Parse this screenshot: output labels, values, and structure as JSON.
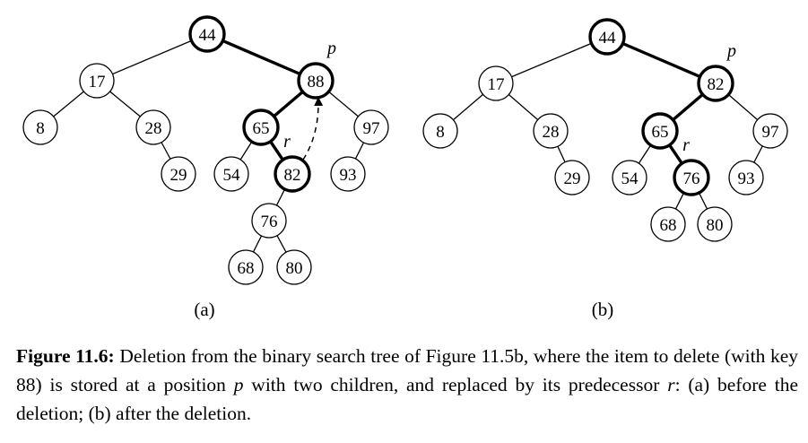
{
  "trees": [
    {
      "id": "a",
      "label": "(a)",
      "nodes": [
        {
          "id": "n44",
          "key": "44",
          "bold": true
        },
        {
          "id": "n17",
          "key": "17",
          "bold": false
        },
        {
          "id": "n88",
          "key": "88",
          "bold": true
        },
        {
          "id": "n8",
          "key": "8",
          "bold": false
        },
        {
          "id": "n28",
          "key": "28",
          "bold": false
        },
        {
          "id": "n29",
          "key": "29",
          "bold": false
        },
        {
          "id": "n65",
          "key": "65",
          "bold": true
        },
        {
          "id": "n97",
          "key": "97",
          "bold": false
        },
        {
          "id": "n54",
          "key": "54",
          "bold": false
        },
        {
          "id": "n82",
          "key": "82",
          "bold": true
        },
        {
          "id": "n93",
          "key": "93",
          "bold": false
        },
        {
          "id": "n76",
          "key": "76",
          "bold": false
        },
        {
          "id": "n68",
          "key": "68",
          "bold": false
        },
        {
          "id": "n80",
          "key": "80",
          "bold": false
        }
      ],
      "edges": [
        {
          "from": "n44",
          "to": "n17",
          "bold": false
        },
        {
          "from": "n44",
          "to": "n88",
          "bold": true
        },
        {
          "from": "n17",
          "to": "n8",
          "bold": false
        },
        {
          "from": "n17",
          "to": "n28",
          "bold": false
        },
        {
          "from": "n28",
          "to": "n29",
          "bold": false
        },
        {
          "from": "n88",
          "to": "n65",
          "bold": true
        },
        {
          "from": "n88",
          "to": "n97",
          "bold": false
        },
        {
          "from": "n65",
          "to": "n54",
          "bold": false
        },
        {
          "from": "n65",
          "to": "n82",
          "bold": true
        },
        {
          "from": "n97",
          "to": "n93",
          "bold": false
        },
        {
          "from": "n82",
          "to": "n76",
          "bold": false
        },
        {
          "from": "n76",
          "to": "n68",
          "bold": false
        },
        {
          "from": "n76",
          "to": "n80",
          "bold": false
        }
      ],
      "tags": [
        {
          "text": "p",
          "node": "n88"
        },
        {
          "text": "r",
          "node": "n82"
        }
      ],
      "arrow": {
        "from": "n82",
        "to": "n88",
        "style": "dashed"
      }
    },
    {
      "id": "b",
      "label": "(b)",
      "nodes": [
        {
          "id": "m44",
          "key": "44",
          "bold": true
        },
        {
          "id": "m17",
          "key": "17",
          "bold": false
        },
        {
          "id": "m82",
          "key": "82",
          "bold": true
        },
        {
          "id": "m8",
          "key": "8",
          "bold": false
        },
        {
          "id": "m28",
          "key": "28",
          "bold": false
        },
        {
          "id": "m29",
          "key": "29",
          "bold": false
        },
        {
          "id": "m65",
          "key": "65",
          "bold": true
        },
        {
          "id": "m97",
          "key": "97",
          "bold": false
        },
        {
          "id": "m54",
          "key": "54",
          "bold": false
        },
        {
          "id": "m76",
          "key": "76",
          "bold": true
        },
        {
          "id": "m93",
          "key": "93",
          "bold": false
        },
        {
          "id": "m68",
          "key": "68",
          "bold": false
        },
        {
          "id": "m80",
          "key": "80",
          "bold": false
        }
      ],
      "edges": [
        {
          "from": "m44",
          "to": "m17",
          "bold": false
        },
        {
          "from": "m44",
          "to": "m82",
          "bold": true
        },
        {
          "from": "m17",
          "to": "m8",
          "bold": false
        },
        {
          "from": "m17",
          "to": "m28",
          "bold": false
        },
        {
          "from": "m28",
          "to": "m29",
          "bold": false
        },
        {
          "from": "m82",
          "to": "m65",
          "bold": true
        },
        {
          "from": "m82",
          "to": "m97",
          "bold": false
        },
        {
          "from": "m65",
          "to": "m54",
          "bold": false
        },
        {
          "from": "m65",
          "to": "m76",
          "bold": true
        },
        {
          "from": "m97",
          "to": "m93",
          "bold": false
        },
        {
          "from": "m76",
          "to": "m68",
          "bold": false
        },
        {
          "from": "m76",
          "to": "m80",
          "bold": false
        }
      ],
      "tags": [
        {
          "text": "p",
          "node": "m82"
        },
        {
          "text": "r",
          "node": "m76"
        }
      ]
    }
  ],
  "caption": {
    "label": "Figure 11.6:",
    "part1": " Deletion from the binary search tree of Figure 11.5b, where the item to delete (with key 88) is stored at a position ",
    "var_p": "p",
    "part2": " with two children, and replaced by its predecessor ",
    "var_r": "r",
    "part3": ": (a) before the deletion; (b) after the deletion."
  }
}
